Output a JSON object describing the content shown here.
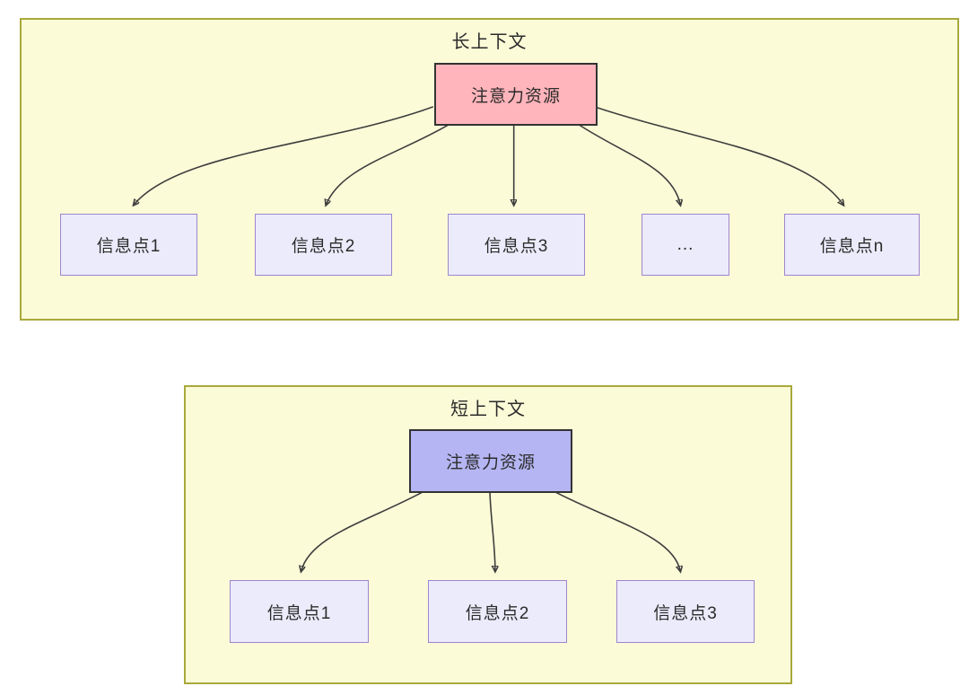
{
  "diagrams": {
    "long_context": {
      "title": "长上下文",
      "root_label": "注意力资源",
      "children": [
        "信息点1",
        "信息点2",
        "信息点3",
        "...",
        "信息点n"
      ]
    },
    "short_context": {
      "title": "短上下文",
      "root_label": "注意力资源",
      "children": [
        "信息点1",
        "信息点2",
        "信息点3"
      ]
    }
  },
  "colors": {
    "container_fill": "#FBFBD8",
    "container_border": "#A9A93C",
    "root_fill_long": "#FFB5BB",
    "root_fill_short": "#B5B5F3",
    "root_border": "#333333",
    "info_fill": "#EBEBFB",
    "info_border": "#9E85CE",
    "arrow": "#3d3d3d",
    "text": "#2b2b2b"
  }
}
